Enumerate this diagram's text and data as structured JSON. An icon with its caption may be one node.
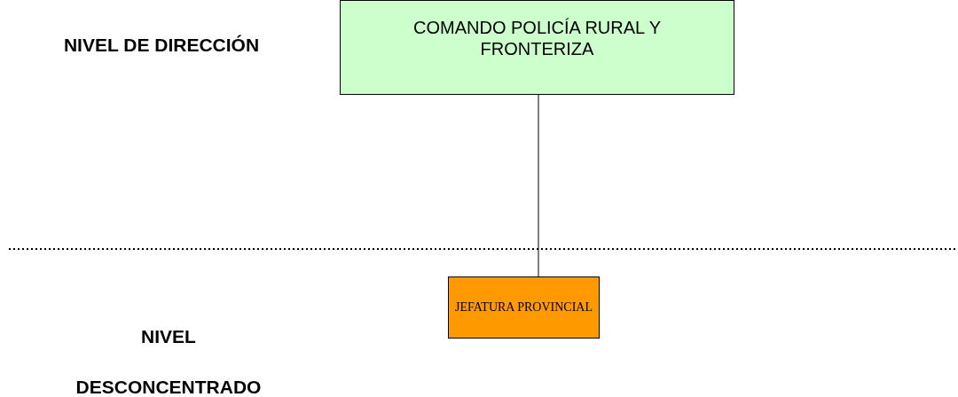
{
  "diagram": {
    "nodes": [
      {
        "text": [
          "COMANDO POLICÍA RURAL Y FRONTERIZA"
        ]
      },
      {
        "text": [
          "JEFATURA PROVINCIAL"
        ]
      }
    ],
    "edges": [
      {
        "from": 0,
        "to": 1,
        "arrow": "none"
      }
    ],
    "labels": [
      "NIVEL DE DIRECCIÓN",
      "NIVEL DESCONCENTRADO"
    ]
  }
}
